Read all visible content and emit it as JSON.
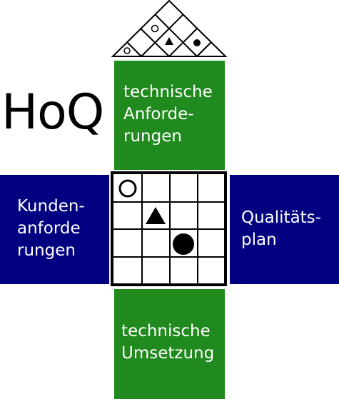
{
  "diagram": {
    "title": "HoQ",
    "blocks": {
      "top": {
        "lines": [
          "technische",
          "Anforde-",
          "rungen"
        ],
        "color": "#218a1e"
      },
      "left": {
        "lines": [
          "Kunden-",
          "anforde",
          "rungen"
        ],
        "color": "#000080"
      },
      "right": {
        "lines": [
          "Qualitäts-",
          "plan"
        ],
        "color": "#000080"
      },
      "bottom": {
        "lines": [
          "technische",
          "Umsetzung"
        ],
        "color": "#218a1e"
      }
    },
    "matrix_symbols": [
      "open-circle",
      "filled-triangle",
      "filled-circle"
    ],
    "roof_symbols": [
      "open-circle",
      "open-circle",
      "filled-triangle",
      "filled-circle"
    ]
  }
}
